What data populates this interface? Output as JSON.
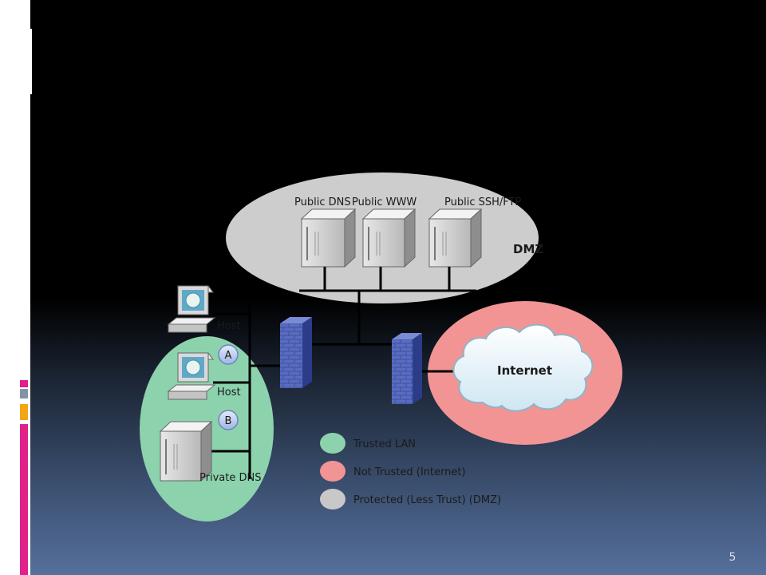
{
  "slide": {
    "page_number": "5"
  },
  "diagram": {
    "servers": [
      {
        "label": "Public DNS"
      },
      {
        "label": "Public WWW"
      },
      {
        "label": "Public SSH/FTP"
      }
    ],
    "dmz_label": "DMZ",
    "internet_label": "Internet",
    "hosts": [
      {
        "label": "Host",
        "badge": "A"
      },
      {
        "label": "Host",
        "badge": "B"
      }
    ],
    "private_dns_label": "Private DNS",
    "legend": [
      {
        "label": "Trusted LAN",
        "color": "#8cd3ad"
      },
      {
        "label": "Not Trusted (Internet)",
        "color": "#f29494"
      },
      {
        "label": "Protected (Less Trust) (DMZ)",
        "color": "#c8c8c8"
      }
    ]
  },
  "colors": {
    "dmz_zone": "#cdcdcd",
    "lan_zone": "#8cd3ad",
    "internet_zone": "#f29494",
    "firewall": "#4658a8",
    "accent_magenta": "#e0218a",
    "accent_gray": "#8494a8",
    "accent_orange": "#f2a517"
  }
}
